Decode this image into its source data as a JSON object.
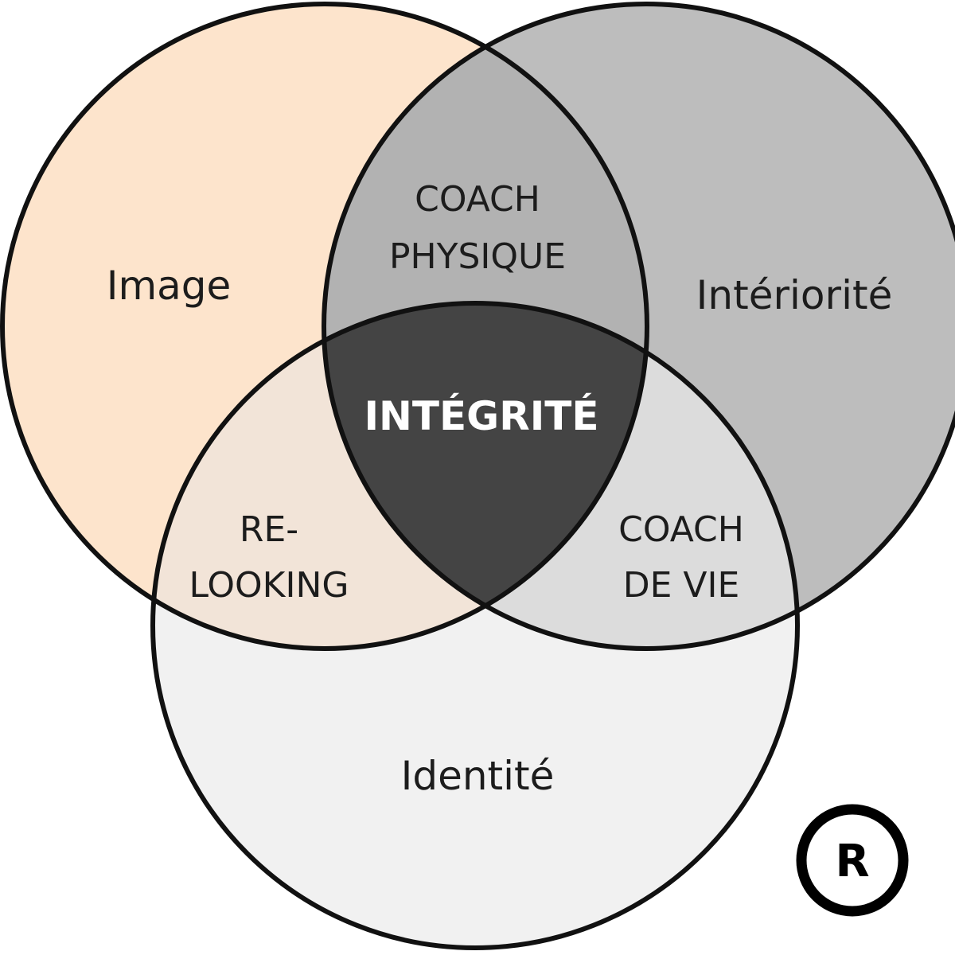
{
  "sets": {
    "image": {
      "label": "Image",
      "color": "#fde4cc"
    },
    "interiorite": {
      "label": "Intériorité",
      "color": "#bdbdbd"
    },
    "identite": {
      "label": "Identité",
      "color": "#f1f1f1"
    }
  },
  "overlaps": {
    "image_interiorite": {
      "lines": [
        "COACH",
        "PHYSIQUE"
      ],
      "color": "#b2b2b2"
    },
    "image_identite": {
      "lines": [
        "RE-",
        "LOOKING"
      ],
      "color": "#f2e4d8"
    },
    "interiorite_identite": {
      "lines": [
        "COACH",
        "DE VIE"
      ],
      "color": "#dcdcdc"
    },
    "center": {
      "label": "INTÉGRITÉ",
      "color": "#444444"
    }
  },
  "outline_color": "#111111",
  "registered_mark": "R"
}
